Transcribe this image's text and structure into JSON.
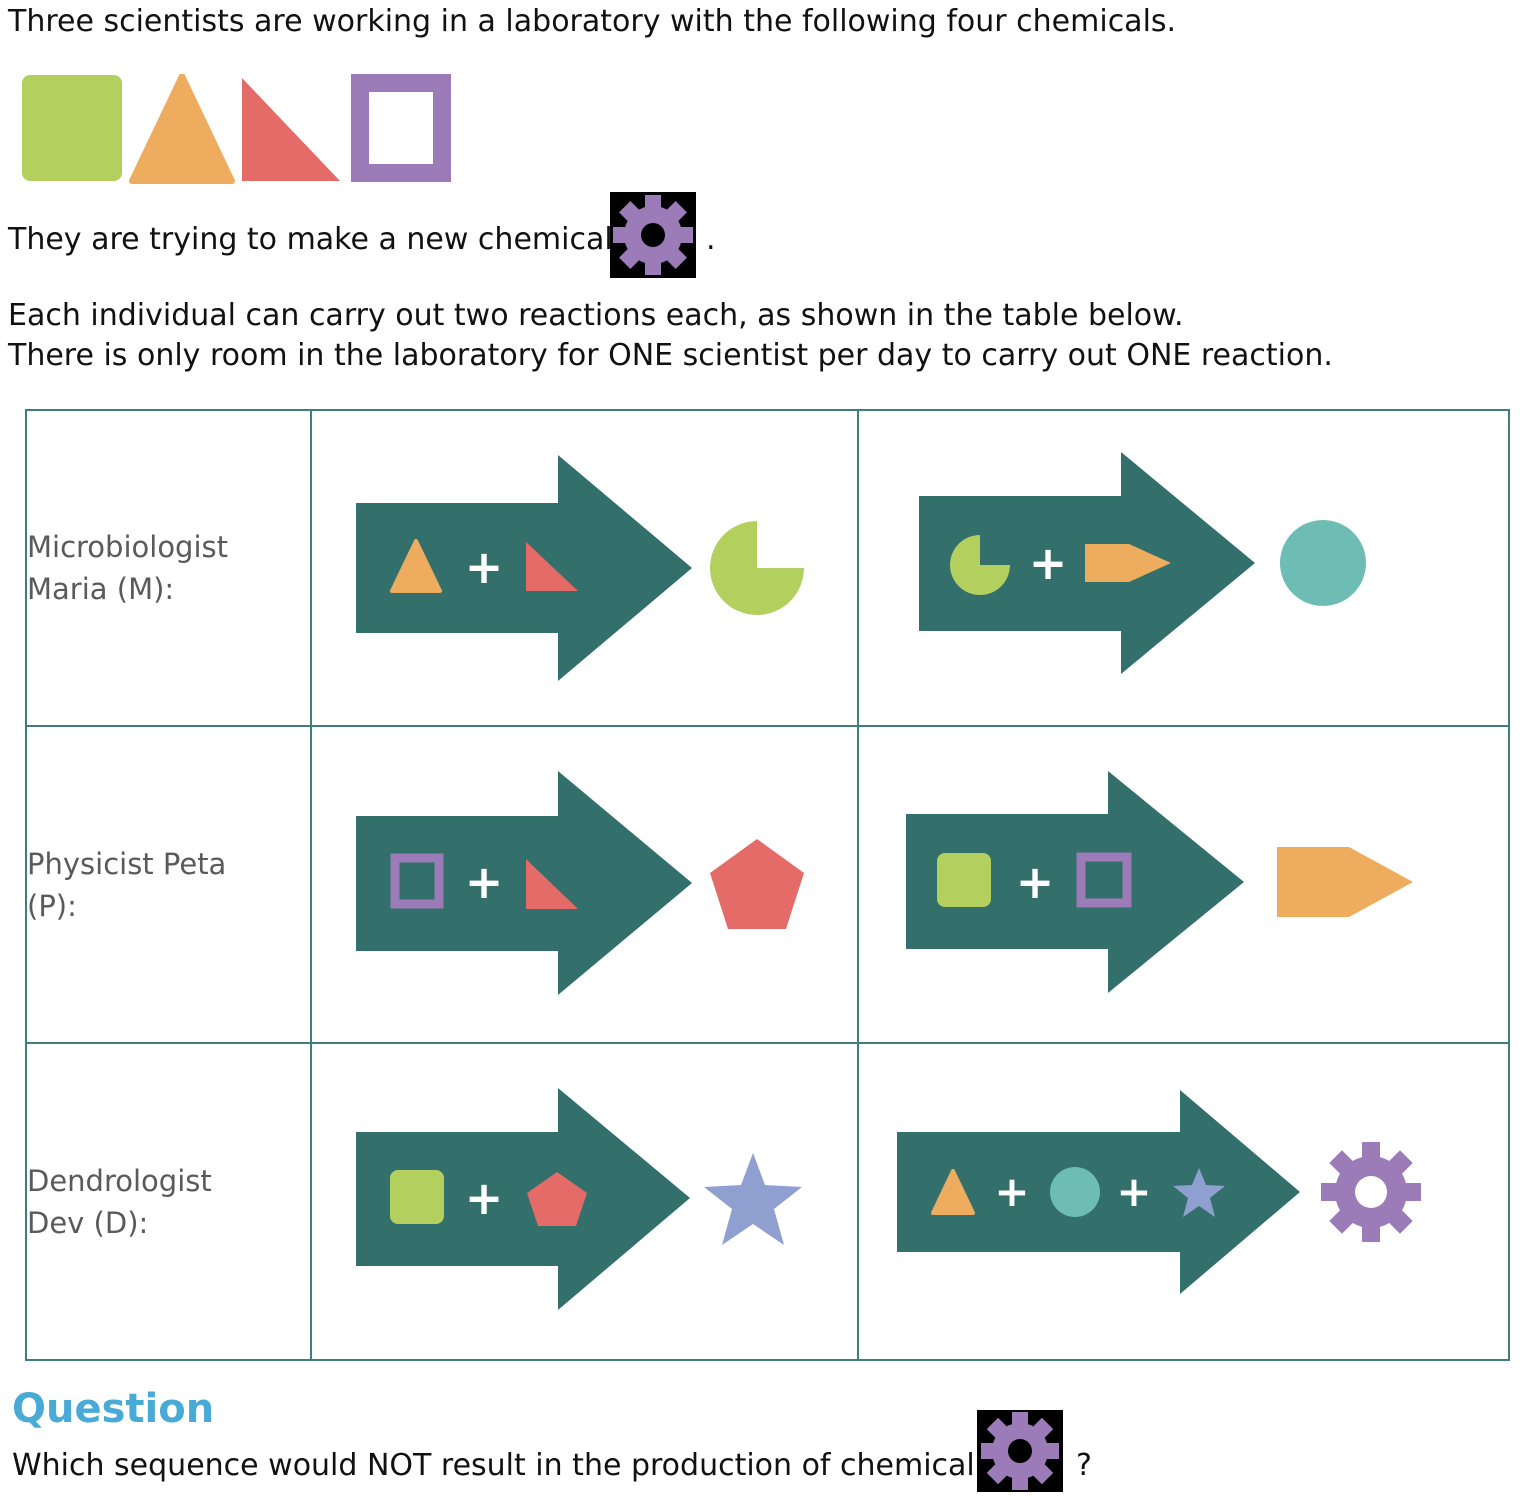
{
  "intro": {
    "line1": "Three scientists are working in a laboratory with the following four chemicals.",
    "line2_before": "They are trying to make a new chemical",
    "line2_after": ".",
    "line3": "Each individual can carry out two reactions each, as shown in the table below.",
    "line4": "There is only room in the laboratory for ONE scientist per day to carry out ONE reaction."
  },
  "starting_chemicals": [
    "green-square-icon",
    "orange-triangle-icon",
    "red-right-triangle-icon",
    "purple-hollow-square-icon"
  ],
  "target_chemical": "purple-gear-icon",
  "table": {
    "rows": [
      {
        "name_line1": "Microbiologist",
        "name_line2": "Maria (M):",
        "reactions": [
          {
            "inputs": [
              "orange-triangle",
              "red-right-triangle"
            ],
            "output": "green-pacman"
          },
          {
            "inputs": [
              "green-pacman",
              "orange-pentagon-arrow"
            ],
            "output": "teal-circle"
          }
        ]
      },
      {
        "name_line1": "Physicist Peta",
        "name_line2": "(P):",
        "reactions": [
          {
            "inputs": [
              "purple-hollow-square",
              "red-right-triangle"
            ],
            "output": "red-pentagon"
          },
          {
            "inputs": [
              "green-square",
              "purple-hollow-square"
            ],
            "output": "orange-pentagon-arrow"
          }
        ]
      },
      {
        "name_line1": "Dendrologist",
        "name_line2": "Dev (D):",
        "reactions": [
          {
            "inputs": [
              "green-square",
              "red-pentagon"
            ],
            "output": "blue-star"
          },
          {
            "inputs": [
              "orange-triangle",
              "teal-circle",
              "blue-star"
            ],
            "output": "purple-gear"
          }
        ]
      }
    ],
    "plus_sign": "+"
  },
  "question": {
    "heading": "Question",
    "text_before": "Which sequence would NOT result in the production of chemical",
    "text_after": "?"
  },
  "colors": {
    "green": "#b3cf5e",
    "orange": "#edac5e",
    "red": "#e46b67",
    "purple": "#9b7bb8",
    "teal": "#6dbdb4",
    "blue": "#8fa0d0",
    "arrow": "#336f6b",
    "heading": "#4aaad6"
  }
}
